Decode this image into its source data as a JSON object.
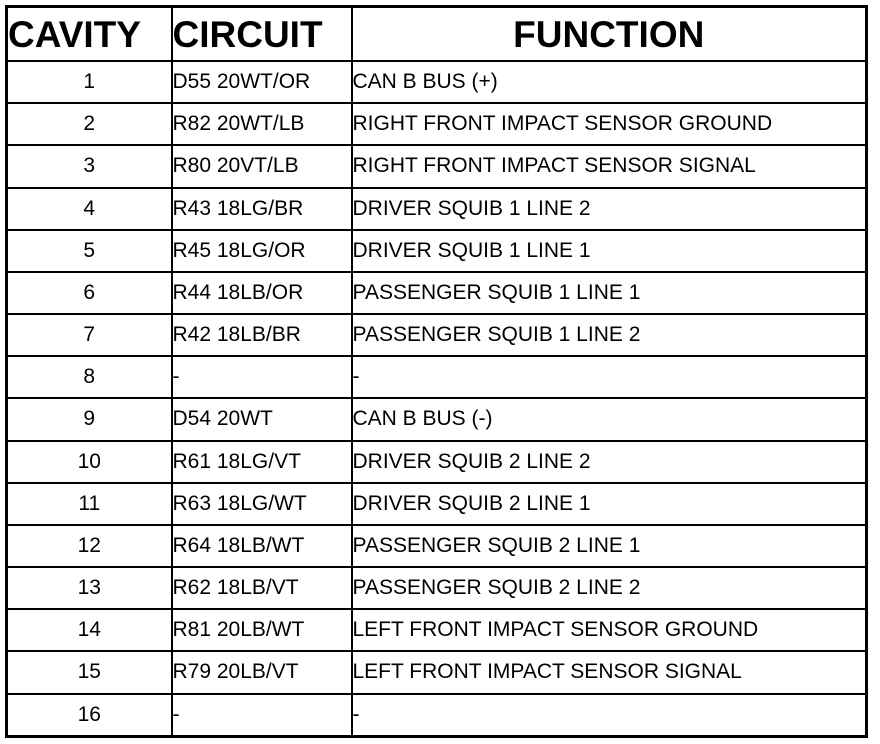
{
  "headers": {
    "cavity": "CAVITY",
    "circuit": "CIRCUIT",
    "function": "FUNCTION"
  },
  "rows": [
    {
      "cavity": "1",
      "circuit": "D55 20WT/OR",
      "function": "CAN B BUS (+)"
    },
    {
      "cavity": "2",
      "circuit": "R82 20WT/LB",
      "function": "RIGHT FRONT IMPACT SENSOR GROUND"
    },
    {
      "cavity": "3",
      "circuit": "R80 20VT/LB",
      "function": "RIGHT FRONT IMPACT SENSOR SIGNAL"
    },
    {
      "cavity": "4",
      "circuit": "R43 18LG/BR",
      "function": "DRIVER SQUIB 1 LINE 2"
    },
    {
      "cavity": "5",
      "circuit": "R45 18LG/OR",
      "function": "DRIVER SQUIB 1 LINE 1"
    },
    {
      "cavity": "6",
      "circuit": "R44 18LB/OR",
      "function": "PASSENGER SQUIB 1 LINE 1"
    },
    {
      "cavity": "7",
      "circuit": "R42 18LB/BR",
      "function": "PASSENGER SQUIB 1 LINE 2"
    },
    {
      "cavity": "8",
      "circuit": "-",
      "function": "-"
    },
    {
      "cavity": "9",
      "circuit": "D54 20WT",
      "function": "CAN B BUS (-)"
    },
    {
      "cavity": "10",
      "circuit": "R61 18LG/VT",
      "function": "DRIVER SQUIB 2 LINE 2"
    },
    {
      "cavity": "11",
      "circuit": "R63 18LG/WT",
      "function": "DRIVER SQUIB 2 LINE 1"
    },
    {
      "cavity": "12",
      "circuit": "R64 18LB/WT",
      "function": "PASSENGER SQUIB 2 LINE 1"
    },
    {
      "cavity": "13",
      "circuit": "R62 18LB/VT",
      "function": "PASSENGER SQUIB 2 LINE 2"
    },
    {
      "cavity": "14",
      "circuit": "R81 20LB/WT",
      "function": "LEFT FRONT IMPACT SENSOR GROUND"
    },
    {
      "cavity": "15",
      "circuit": "R79 20LB/VT",
      "function": "LEFT FRONT IMPACT SENSOR SIGNAL"
    },
    {
      "cavity": "16",
      "circuit": "-",
      "function": "-"
    }
  ]
}
